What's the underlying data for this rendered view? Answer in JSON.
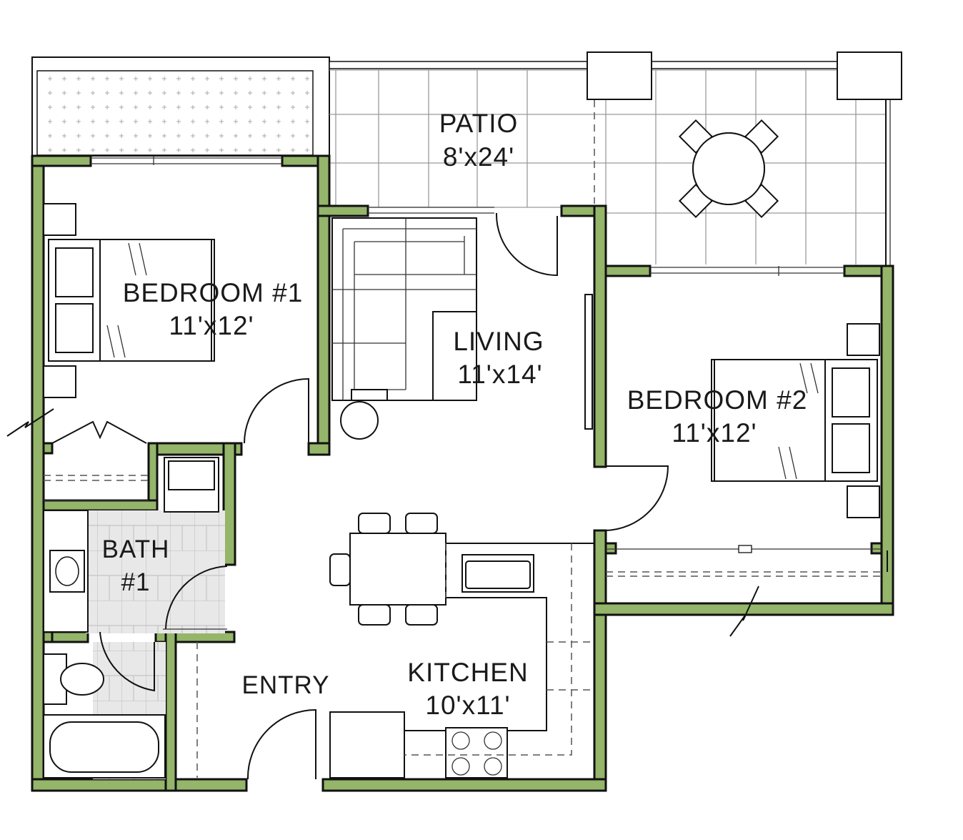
{
  "rooms": {
    "patio": {
      "name": "PATIO",
      "size": "8'x24'"
    },
    "bedroom1": {
      "name": "BEDROOM #1",
      "size": "11'x12'"
    },
    "living": {
      "name": "LIVING",
      "size": "11'x14'"
    },
    "bedroom2": {
      "name": "BEDROOM #2",
      "size": "11'x12'"
    },
    "bath": {
      "name": "BATH",
      "number": "#1"
    },
    "entry": {
      "name": "ENTRY"
    },
    "kitchen": {
      "name": "KITCHEN",
      "size": "10'x11'"
    }
  },
  "colors": {
    "wall": "#94b56a",
    "outline": "#111111",
    "patio_grid": "#9a9a9a"
  }
}
